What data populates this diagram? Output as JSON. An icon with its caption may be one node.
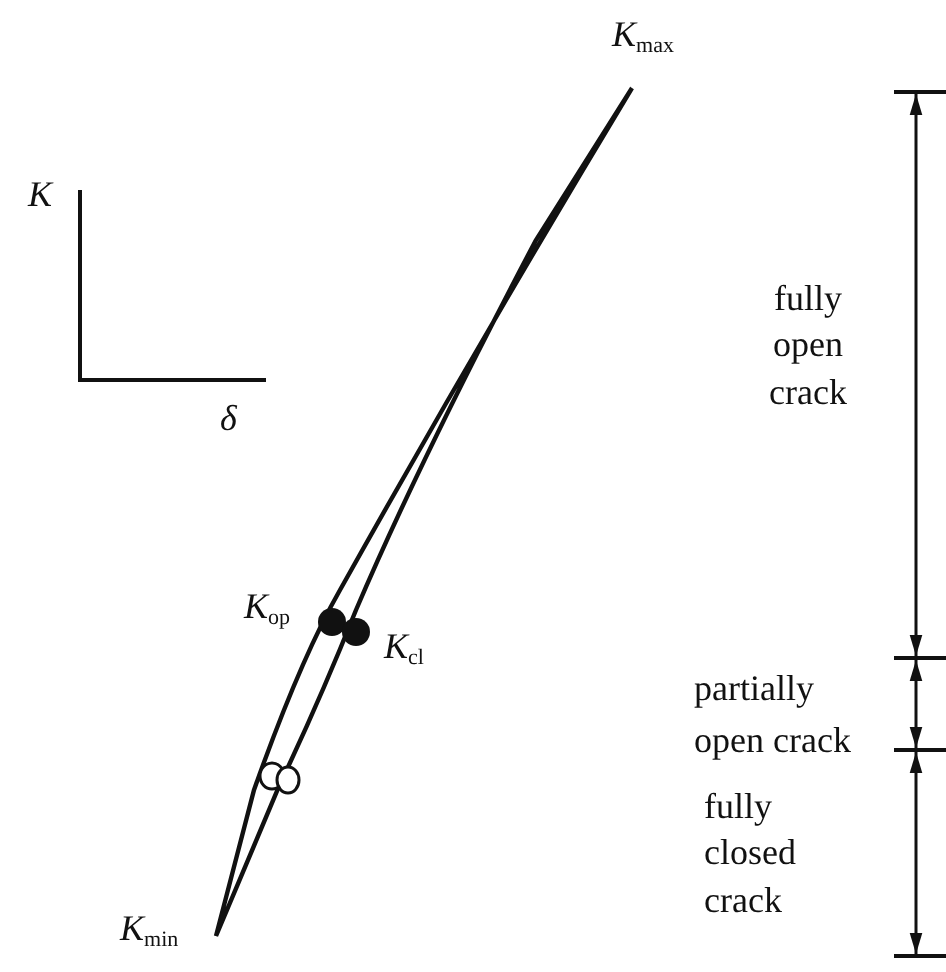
{
  "diagram": {
    "labels": [
      "*K*$_{max}$",
      "*K*",
      "*δ*",
      "fully open crack",
      "*K*$_{op}$",
      "*K*$_{cl}$",
      "partially open crack",
      "fully closed crack",
      "*K*$_{min}$"
    ]
  }
}
